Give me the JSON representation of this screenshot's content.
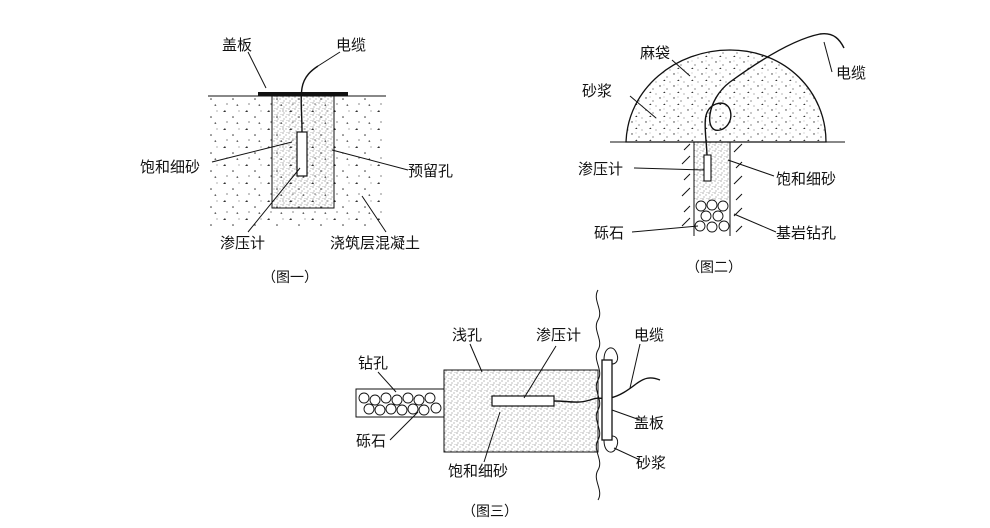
{
  "figure1": {
    "caption": "（图一）",
    "labels": {
      "cover_plate": "盖板",
      "cable": "电缆",
      "saturated_sand": "饱和细砂",
      "reserved_hole": "预留孔",
      "piezometer": "渗压计",
      "concrete_layer": "浇筑层混凝土"
    }
  },
  "figure2": {
    "caption": "（图二）",
    "labels": {
      "sandbag": "麻袋",
      "cable": "电缆",
      "mortar": "砂浆",
      "piezometer": "渗压计",
      "saturated_sand": "饱和细砂",
      "gravel": "砾石",
      "bedrock_hole": "基岩钻孔"
    }
  },
  "figure3": {
    "caption": "（图三）",
    "labels": {
      "shallow_hole": "浅孔",
      "piezometer": "渗压计",
      "cable": "电缆",
      "drill_hole": "钻孔",
      "cover_plate": "盖板",
      "gravel": "砾石",
      "mortar": "砂浆",
      "saturated_sand": "饱和细砂"
    }
  }
}
